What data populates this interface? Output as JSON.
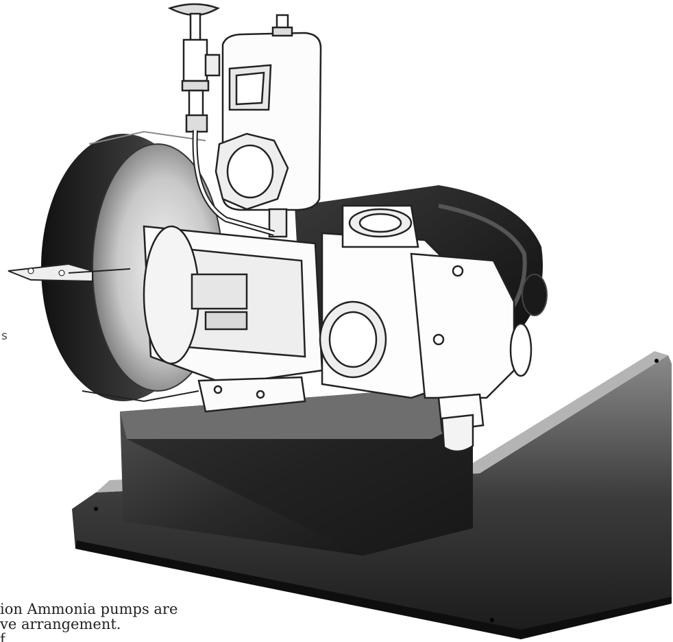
{
  "figure": {
    "illustration": "ammonia-pump-assembly",
    "stray_text": "s",
    "caption_lines": [
      "ion Ammonia pumps are",
      "ve arrangement.",
      "f"
    ]
  }
}
